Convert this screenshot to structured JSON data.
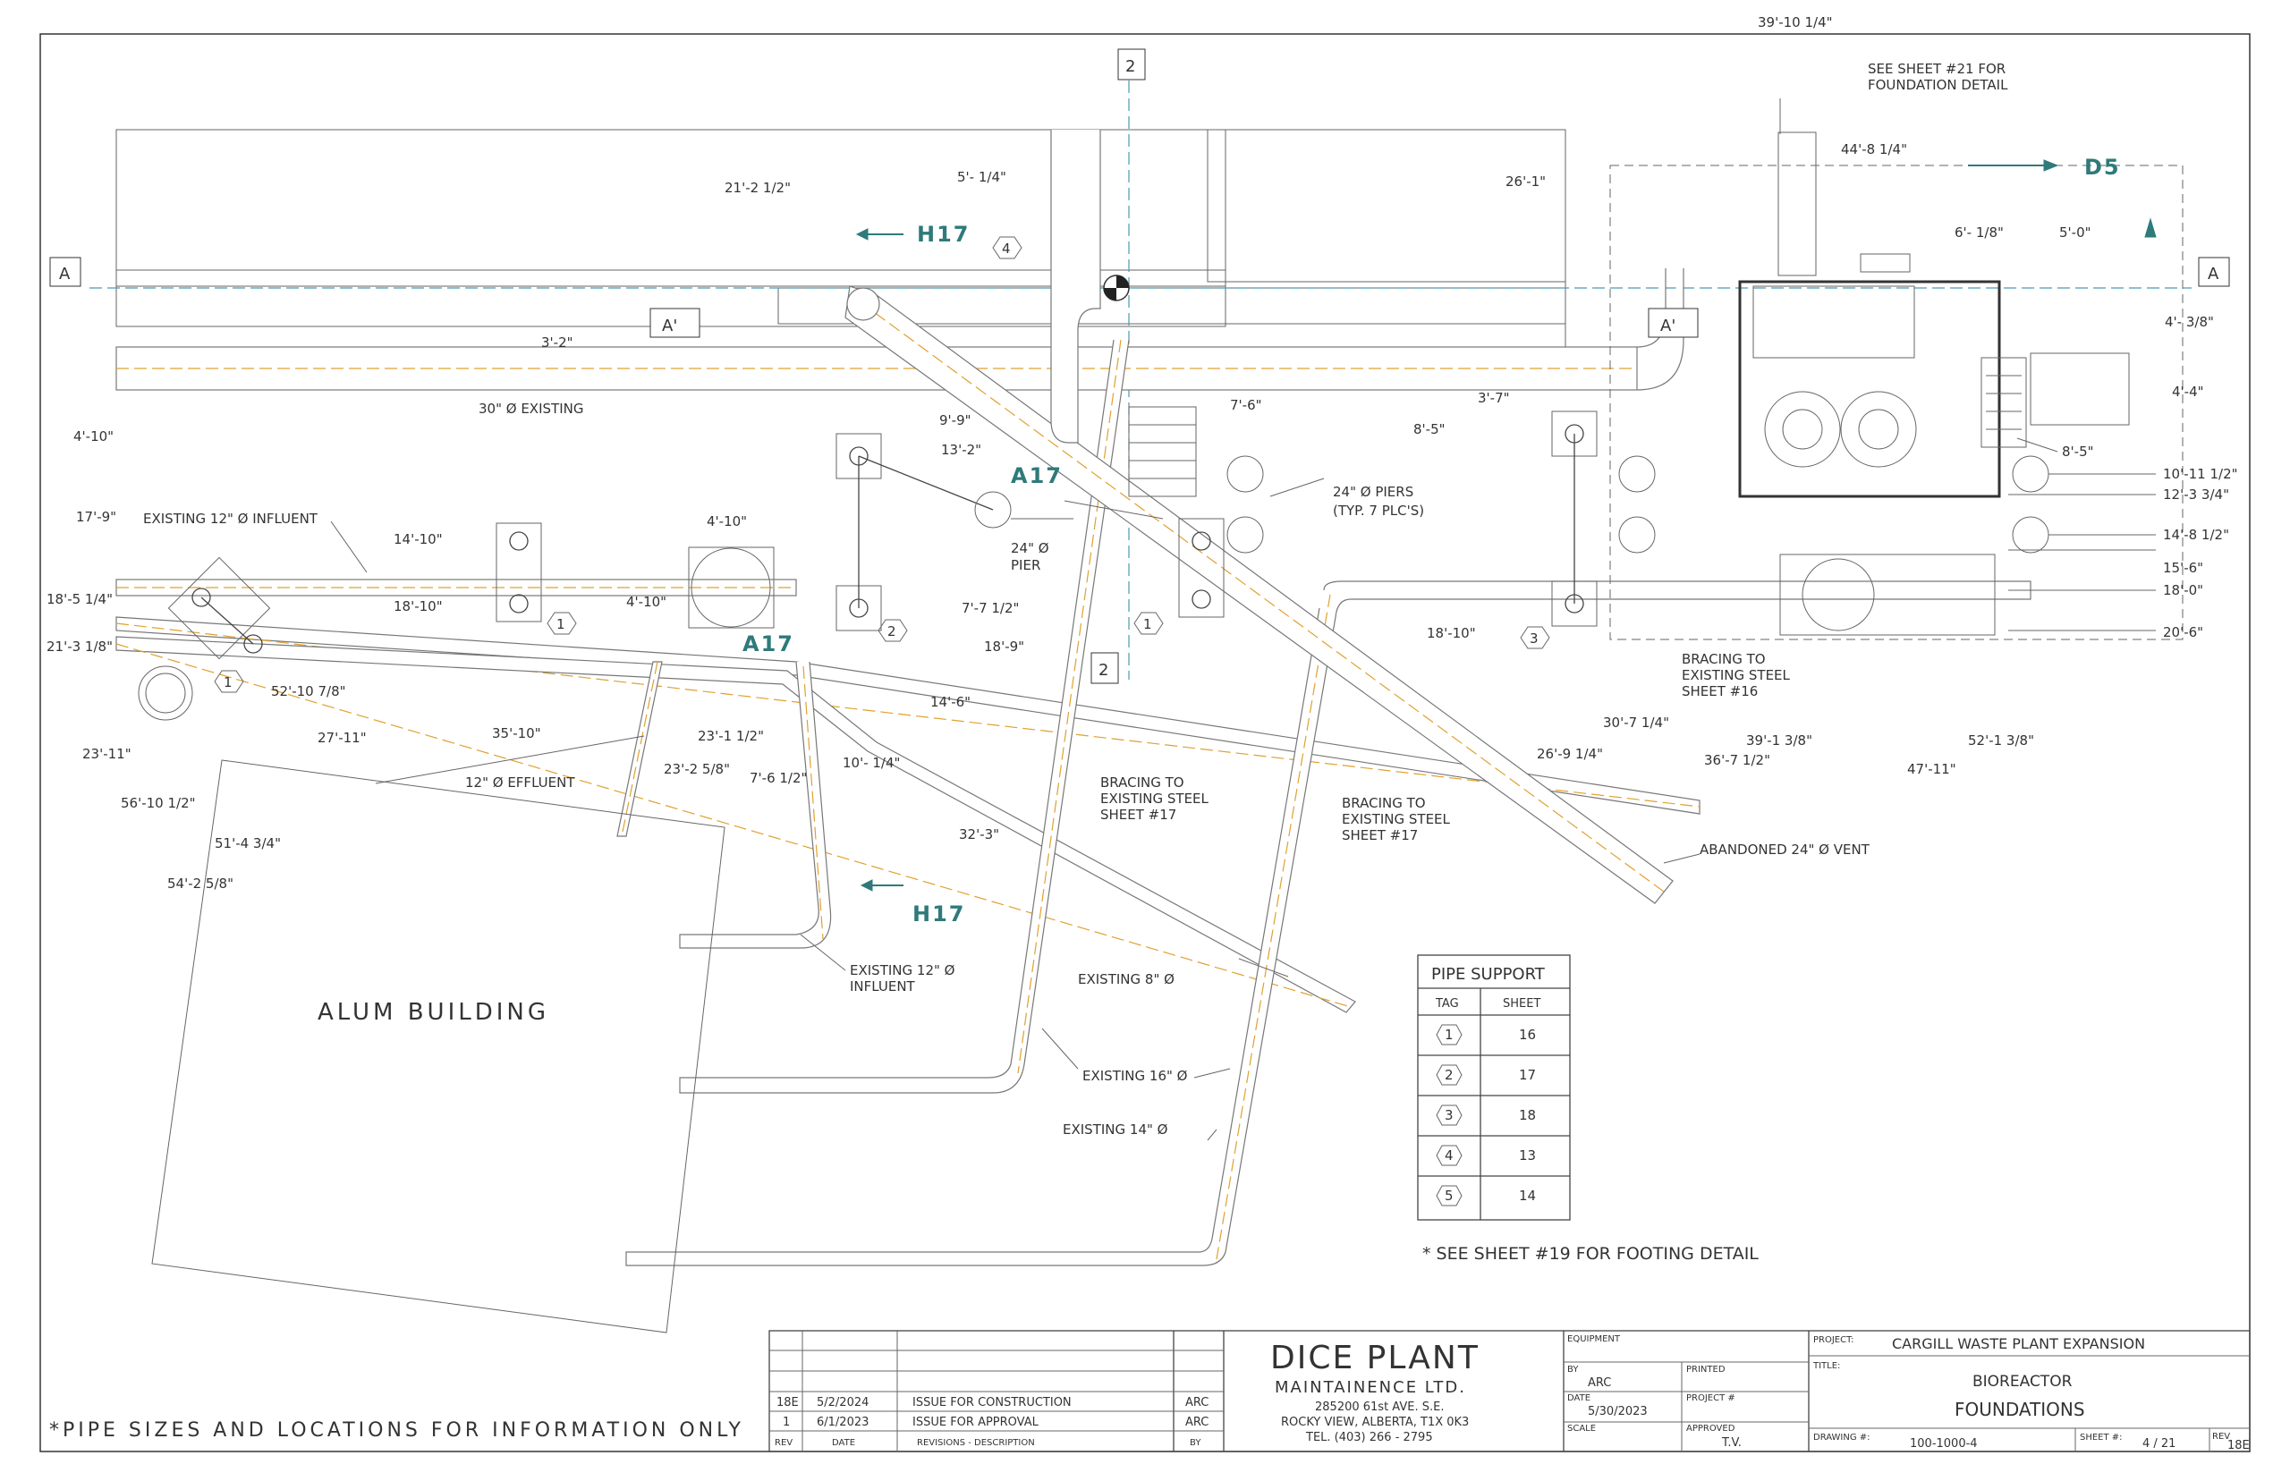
{
  "labels": {
    "existing_30": "30\" Ø EXISTING",
    "existing_12_influent": "EXISTING 12\" Ø INFLUENT",
    "effluent_12": "12\" Ø EFFLUENT",
    "existing_12_influent_b1": "EXISTING 12\" Ø",
    "existing_12_influent_b2": "INFLUENT",
    "existing_8": "EXISTING 8\" Ø",
    "existing_16": "EXISTING 16\" Ø",
    "existing_14": "EXISTING 14\" Ø",
    "abandoned_vent": "ABANDONED 24\" Ø VENT",
    "pier_24_1": "24\" Ø",
    "pier_24_2": "PIER",
    "piers_1": "24\" Ø PIERS",
    "piers_2": "(TYP. 7 PLC'S)",
    "bracing_a1": "BRACING TO",
    "bracing_a2": "EXISTING STEEL",
    "bracing_a3": "SHEET #17",
    "bracing_b1": "BRACING TO",
    "bracing_b2": "EXISTING STEEL",
    "bracing_b3": "SHEET #17",
    "bracing_c1": "BRACING TO",
    "bracing_c2": "EXISTING STEEL",
    "bracing_c3": "SHEET #16",
    "see_sheet_21_1": "SEE SHEET #21 FOR",
    "see_sheet_21_2": "FOUNDATION DETAIL",
    "alum_building": "ALUM BUILDING",
    "footing_note": "* SEE SHEET #19 FOR FOOTING DETAIL",
    "pipe_note": "*PIPE SIZES AND LOCATIONS FOR INFORMATION ONLY"
  },
  "section_marks": {
    "a_left": "A",
    "a_right": "A",
    "a_prime_1": "A'",
    "a_prime_2": "A'",
    "two_top": "2",
    "two_mid": "2",
    "h17_top": "H17",
    "h17_bot": "H17",
    "a17_1": "A17",
    "a17_2": "A17",
    "d5": "D5"
  },
  "tags": {
    "t1a": "1",
    "t1b": "1",
    "t1c": "1",
    "t2": "2",
    "t3": "3",
    "t4": "4"
  },
  "dims": {
    "d1": "5'- 1/4\"",
    "d2": "21'-2 1/2\"",
    "d3": "3'-2\"",
    "d4": "4'-10\"",
    "d5": "17'-9\"",
    "d6": "18'-5 1/4\"",
    "d7": "21'-3 1/8\"",
    "d8": "23'-11\"",
    "d9": "56'-10 1/2\"",
    "d10": "54'-2 5/8\"",
    "d11": "51'-4 3/4\"",
    "d12": "52'-10 7/8\"",
    "d13": "27'-11\"",
    "d14": "14'-10\"",
    "d15": "18'-10\"",
    "d16": "35'-10\"",
    "d17": "4'-10\"",
    "d18": "4'-10\"",
    "d19": "23'-1 1/2\"",
    "d20": "23'-2 5/8\"",
    "d21": "7'-6 1/2\"",
    "d22": "10'- 1/4\"",
    "d23": "14'-6\"",
    "d24": "32'-3\"",
    "d25": "9'-9\"",
    "d26": "13'-2\"",
    "d27": "7'-7 1/2\"",
    "d28": "18'-9\"",
    "d29": "7'-6\"",
    "d30": "3'-7\"",
    "d31": "8'-5\"",
    "d32": "26'-1\"",
    "d33": "18'-10\"",
    "d34": "26'-9 1/4\"",
    "d35": "30'-7 1/4\"",
    "d36": "36'-7 1/2\"",
    "d37": "39'-1 3/8\"",
    "d38": "47'-11\"",
    "d39": "52'-1 3/8\"",
    "d40": "39'-10 1/4\"",
    "d41": "44'-8 1/4\"",
    "d42": "6'- 1/8\"",
    "d43": "5'-0\"",
    "d44": "4'- 3/8\"",
    "d45": "4'-4\"",
    "d46": "8'-5\"",
    "d47": "10'-11 1/2\"",
    "d48": "12'-3 3/4\"",
    "d49": "14'-8 1/2\"",
    "d50": "15'-6\"",
    "d51": "18'-0\"",
    "d52": "20'-6\""
  },
  "pipe_support": {
    "title": "PIPE SUPPORT",
    "headers": [
      "TAG",
      "SHEET"
    ],
    "rows": [
      [
        "1",
        "16"
      ],
      [
        "2",
        "17"
      ],
      [
        "3",
        "18"
      ],
      [
        "4",
        "13"
      ],
      [
        "5",
        "14"
      ]
    ]
  },
  "title_block": {
    "revisions": [
      {
        "rev": "18E",
        "date": "5/2/2024",
        "desc": "ISSUE FOR CONSTRUCTION",
        "by": "ARC"
      },
      {
        "rev": "1",
        "date": "6/1/2023",
        "desc": "ISSUE FOR APPROVAL",
        "by": "ARC"
      }
    ],
    "rev_headers": {
      "rev": "REV",
      "date": "DATE",
      "desc": "REVISIONS - DESCRIPTION",
      "by": "BY"
    },
    "company_name": "DICE PLANT",
    "company_sub": "MAINTAINENCE LTD.",
    "addr1": "285200 61st AVE. S.E.",
    "addr2": "ROCKY VIEW, ALBERTA, T1X 0K3",
    "tel": "TEL. (403) 266 - 2795",
    "equipment_lbl": "EQUIPMENT",
    "by_lbl": "BY",
    "by": "ARC",
    "printed_lbl": "PRINTED",
    "date_lbl": "DATE",
    "date": "5/30/2023",
    "project_no_lbl": "PROJECT #",
    "scale_lbl": "SCALE",
    "approved_lbl": "APPROVED",
    "approved": "T.V.",
    "project_lbl": "PROJECT:",
    "project": "CARGILL WASTE PLANT EXPANSION",
    "title_lbl": "TITLE:",
    "title1": "BIOREACTOR",
    "title2": "FOUNDATIONS",
    "drawing_lbl": "DRAWING #:",
    "drawing": "100-1000-4",
    "sheet_lbl": "SHEET #:",
    "sheet": "4 / 21",
    "rev_lbl": "REV",
    "rev": "18E"
  }
}
